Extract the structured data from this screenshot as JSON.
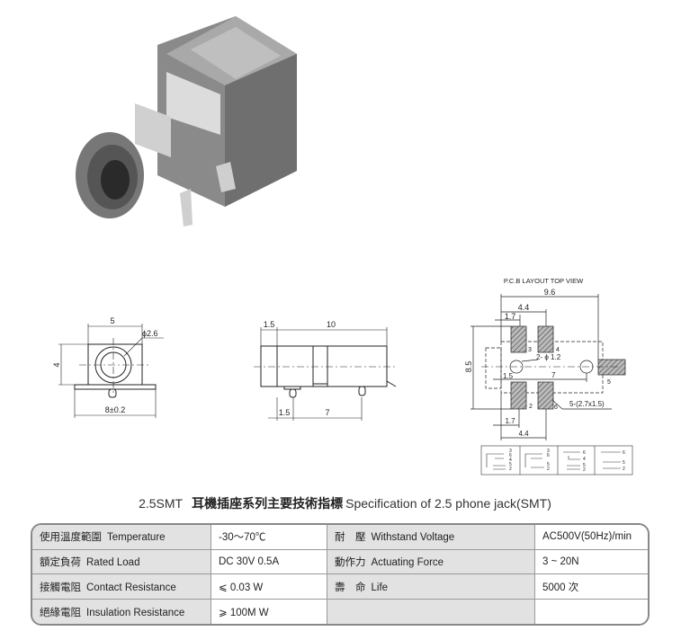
{
  "drawings": {
    "front_view": {
      "width": "5",
      "diameter": "ϕ2.6",
      "height": "4",
      "flange": "8±0.2"
    },
    "side_view": {
      "front": "1.5",
      "length": "10",
      "pin_offset": "1.5",
      "pin_pitch": "7"
    },
    "pcb_layout": {
      "title": "P.C.B LAYOUT    TOP VIEW",
      "overall_width": "9.6",
      "pad_span_top": "4.4",
      "pad_width_top": "1.7",
      "height": "8.5",
      "hole_label": "2- ϕ 1.2",
      "hole_offset": "1.5",
      "hole_pitch": "7",
      "pad_size": "5-(2.7x1.5)",
      "pad_width_bottom": "1.7",
      "pad_span_bottom": "4.4",
      "pads": [
        "3",
        "4",
        "5",
        "2",
        "6"
      ]
    },
    "schematics": [
      {
        "pins": [
          "3",
          "6",
          "4",
          "5",
          "2"
        ]
      },
      {
        "pins": [
          "3",
          "6",
          "5",
          "2"
        ]
      },
      {
        "pins": [
          "6",
          "4",
          "5",
          "2"
        ]
      },
      {
        "pins": [
          "6",
          "5",
          "2"
        ]
      }
    ]
  },
  "spec": {
    "title_model": "2.5SMT",
    "title_cn": "耳機插座系列主要技術指標",
    "title_en": "Specification of 2.5 phone jack(SMT)",
    "rows": [
      {
        "cn1": "使用溫度範圍",
        "en1": "Temperature",
        "v1": "-30～70℃",
        "cn2": "耐　壓",
        "en2": "Withstand Voltage",
        "v2": "AC500V(50Hz)/min"
      },
      {
        "cn1": "額定負荷",
        "en1": "Rated Load",
        "v1": "DC  30V  0.5A",
        "cn2": "動作力",
        "en2": "Actuating Force",
        "v2": "3 ~ 20N"
      },
      {
        "cn1": "接觸電阻",
        "en1": "Contact Resistance",
        "v1": "⩽ 0.03 W",
        "cn2": "壽　命",
        "en2": "Life",
        "v2": "5000 次"
      },
      {
        "cn1": "絕緣電阻",
        "en1": "Insulation Resistance",
        "v1": "⩾ 100M W",
        "cn2": "",
        "en2": "",
        "v2": ""
      }
    ]
  }
}
